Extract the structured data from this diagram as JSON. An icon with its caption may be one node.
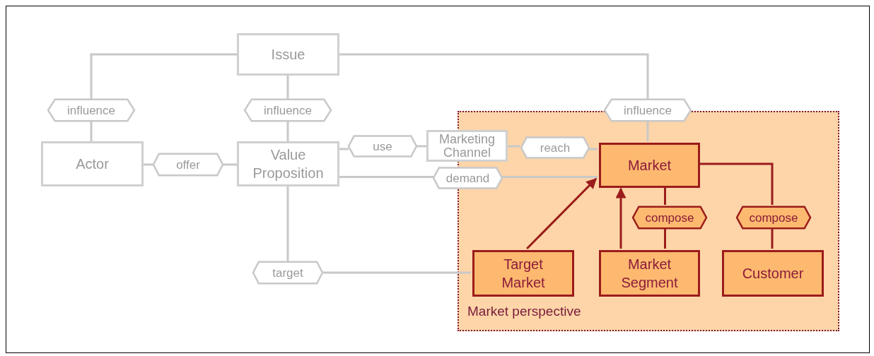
{
  "diagram": {
    "nodes": [
      {
        "text": [
          "Issue"
        ]
      },
      {
        "text": [
          "influence"
        ]
      },
      {
        "text": [
          "influence"
        ]
      },
      {
        "text": [
          "influence"
        ]
      },
      {
        "text": [
          "Market perspective"
        ]
      },
      {
        "text": [
          "Actor"
        ]
      },
      {
        "text": [
          "offer"
        ]
      },
      {
        "text": [
          "Value Proposition"
        ]
      },
      {
        "text": [
          "use"
        ]
      },
      {
        "text": [
          "Marketing Channel"
        ]
      },
      {
        "text": [
          "reach"
        ],
        "in": 4
      },
      {
        "text": [
          "Market"
        ],
        "in": 4
      },
      {
        "text": [
          "demand"
        ]
      },
      {
        "text": [
          "compose"
        ],
        "in": 4
      },
      {
        "text": [
          "compose"
        ],
        "in": 4
      },
      {
        "text": [
          "target"
        ]
      },
      {
        "text": [
          "Target Market"
        ],
        "in": 4
      },
      {
        "text": [
          "Market Segment"
        ],
        "in": 4
      },
      {
        "text": [
          "Customer"
        ],
        "in": 4
      }
    ],
    "edges": [
      {
        "from": 0,
        "to": 1,
        "arrow": "none"
      },
      {
        "from": 1,
        "to": 5,
        "arrow": "none"
      },
      {
        "from": 0,
        "to": 2,
        "arrow": "none"
      },
      {
        "from": 2,
        "to": 7,
        "arrow": "none"
      },
      {
        "from": 0,
        "to": 3,
        "arrow": "none"
      },
      {
        "from": 3,
        "to": 11,
        "arrow": "none"
      },
      {
        "from": 5,
        "to": 6,
        "arrow": "none"
      },
      {
        "from": 6,
        "to": 7,
        "arrow": "none"
      },
      {
        "from": 7,
        "to": 8,
        "arrow": "none"
      },
      {
        "from": 8,
        "to": 9,
        "arrow": "none"
      },
      {
        "from": 9,
        "to": 10,
        "arrow": "none"
      },
      {
        "from": 10,
        "to": 11,
        "arrow": "none"
      },
      {
        "from": 7,
        "to": 12,
        "arrow": "none"
      },
      {
        "from": 12,
        "to": 11,
        "arrow": "none"
      },
      {
        "from": 7,
        "to": 15,
        "arrow": "none"
      },
      {
        "from": 15,
        "to": 16,
        "arrow": "none"
      },
      {
        "from": 11,
        "to": 13,
        "arrow": "none",
        "color": "#9b1c1c"
      },
      {
        "from": 13,
        "to": 17,
        "arrow": "none",
        "color": "#9b1c1c"
      },
      {
        "from": 11,
        "to": 14,
        "arrow": "none",
        "color": "#9b1c1c"
      },
      {
        "from": 14,
        "to": 18,
        "arrow": "none",
        "color": "#9b1c1c"
      },
      {
        "from": 16,
        "to": 11,
        "arrow": "to",
        "color": "#9b1c1c"
      },
      {
        "from": 17,
        "to": 11,
        "arrow": "to",
        "color": "#9b1c1c"
      }
    ]
  }
}
